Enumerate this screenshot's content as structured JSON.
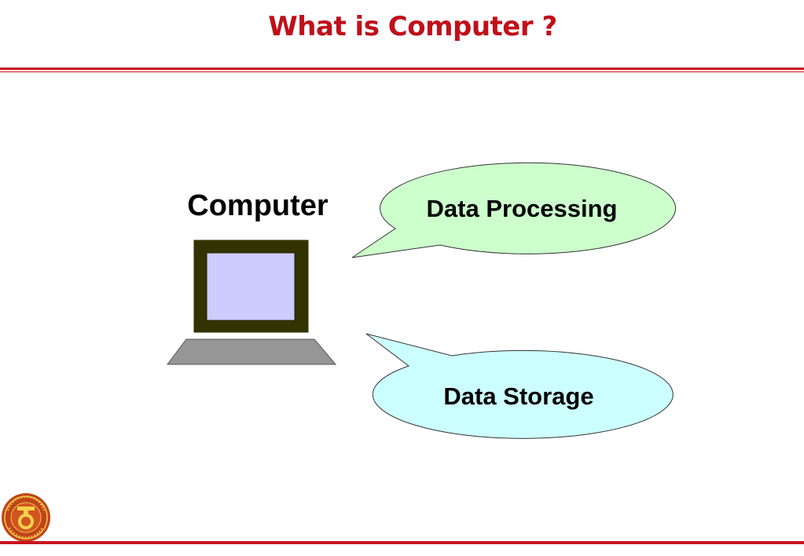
{
  "slide": {
    "title": "What is Computer ?"
  },
  "diagram": {
    "computer_label": "Computer",
    "callouts": [
      {
        "text": "Data Processing",
        "fill": "#ccffcc"
      },
      {
        "text": "Data Storage",
        "fill": "#ccffff"
      }
    ]
  },
  "colors": {
    "title": "#c0101a",
    "rule": "#c8141e",
    "monitor_frame": "#333300",
    "monitor_screen": "#ccccff",
    "keyboard": "#969696",
    "logo": "#c0441a"
  },
  "logo": {
    "icon": "emblem-icon"
  }
}
